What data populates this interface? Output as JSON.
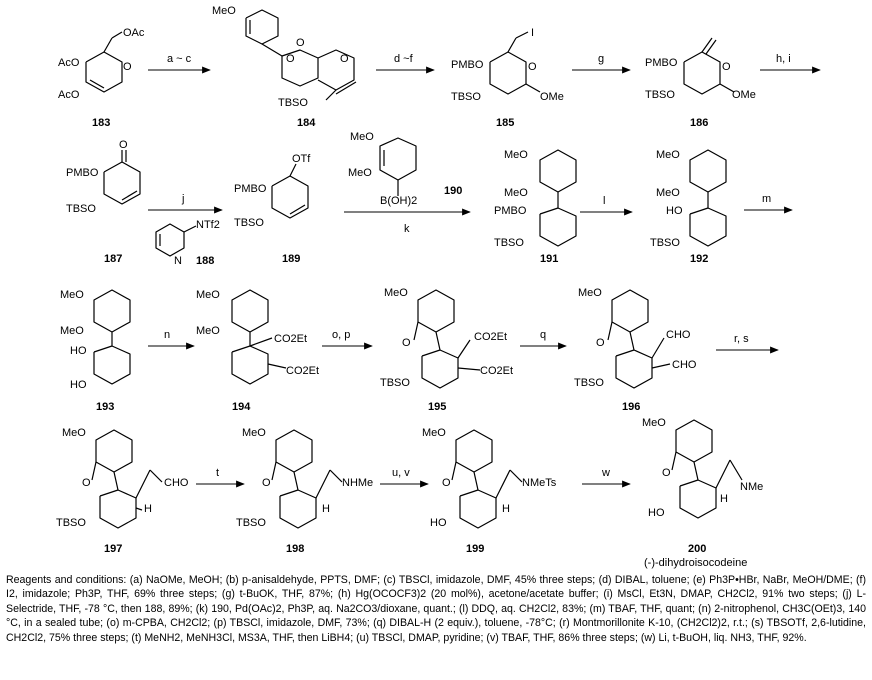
{
  "compounds": [
    {
      "id": "183",
      "labels": [
        "OAc",
        "AcO",
        "AcO"
      ]
    },
    {
      "id": "184",
      "labels": [
        "MeO",
        "O",
        "O",
        "O",
        "TBSO"
      ]
    },
    {
      "id": "185",
      "labels": [
        "I",
        "PMBO",
        "O",
        "TBSO",
        "OMe"
      ]
    },
    {
      "id": "186",
      "labels": [
        "PMBO",
        "O",
        "TBSO",
        "OMe"
      ]
    },
    {
      "id": "187",
      "labels": [
        "O",
        "PMBO",
        "TBSO"
      ]
    },
    {
      "id": "188",
      "labels": [
        "N",
        "NTf2"
      ]
    },
    {
      "id": "189",
      "labels": [
        "OTf",
        "PMBO",
        "TBSO"
      ]
    },
    {
      "id": "190",
      "labels": [
        "MeO",
        "MeO",
        "B(OH)2"
      ]
    },
    {
      "id": "191",
      "labels": [
        "MeO",
        "MeO",
        "PMBO",
        "TBSO"
      ]
    },
    {
      "id": "192",
      "labels": [
        "MeO",
        "MeO",
        "HO",
        "TBSO"
      ]
    },
    {
      "id": "193",
      "labels": [
        "MeO",
        "MeO",
        "HO",
        "HO"
      ]
    },
    {
      "id": "194",
      "labels": [
        "MeO",
        "MeO",
        "CO2Et",
        "CO2Et"
      ]
    },
    {
      "id": "195",
      "labels": [
        "MeO",
        "O",
        "CO2Et",
        "CO2Et",
        "TBSO"
      ]
    },
    {
      "id": "196",
      "labels": [
        "MeO",
        "O",
        "CHO",
        "CHO",
        "TBSO"
      ]
    },
    {
      "id": "197",
      "labels": [
        "MeO",
        "O",
        "CHO",
        "H",
        "TBSO"
      ]
    },
    {
      "id": "198",
      "labels": [
        "MeO",
        "O",
        "NHMe",
        "H",
        "TBSO"
      ]
    },
    {
      "id": "199",
      "labels": [
        "MeO",
        "O",
        "NMeTs",
        "H",
        "HO"
      ]
    },
    {
      "id": "200",
      "labels": [
        "MeO",
        "O",
        "NMe",
        "H",
        "HO"
      ],
      "name": "(-)-dihydroisocodeine"
    }
  ],
  "steps": [
    "a ~ c",
    "d ~f",
    "g",
    "h, i",
    "j",
    "k",
    "l",
    "m",
    "n",
    "o, p",
    "q",
    "r, s",
    "t",
    "u, v",
    "w"
  ],
  "conditions": "Reagents and conditions: (a) NaOMe, MeOH; (b) p-anisaldehyde, PPTS, DMF; (c) TBSCl, imidazole, DMF, 45% three steps; (d) DIBAL, toluene; (e) Ph3P•HBr, NaBr, MeOH/DME; (f) I2, imidazole; Ph3P, THF, 69% three steps; (g) t-BuOK, THF, 87%; (h) Hg(OCOCF3)2 (20 mol%), acetone/acetate buffer; (i) MsCl, Et3N, DMAP, CH2Cl2, 91% two steps; (j) L-Selectride, THF, -78 °C, then 188, 89%; (k) 190, Pd(OAc)2, Ph3P, aq. Na2CO3/dioxane, quant.; (l) DDQ, aq. CH2Cl2, 83%; (m) TBAF, THF, quant; (n) 2-nitrophenol, CH3C(OEt)3, 140 °C, in a sealed tube; (o) m-CPBA, CH2Cl2; (p) TBSCl, imidazole, DMF, 73%; (q) DIBAL-H (2 equiv.), toluene, -78°C; (r) Montmorillonite K-10, (CH2Cl2)2, r.t.; (s) TBSOTf, 2,6-lutidine, CH2Cl2, 75% three steps; (t) MeNH2, MeNH3Cl, MS3A, THF, then LiBH4; (u) TBSCl, DMAP, pyridine; (v) TBAF, THF, 86% three steps; (w) Li, t-BuOH, liq. NH3, THF, 92%."
}
